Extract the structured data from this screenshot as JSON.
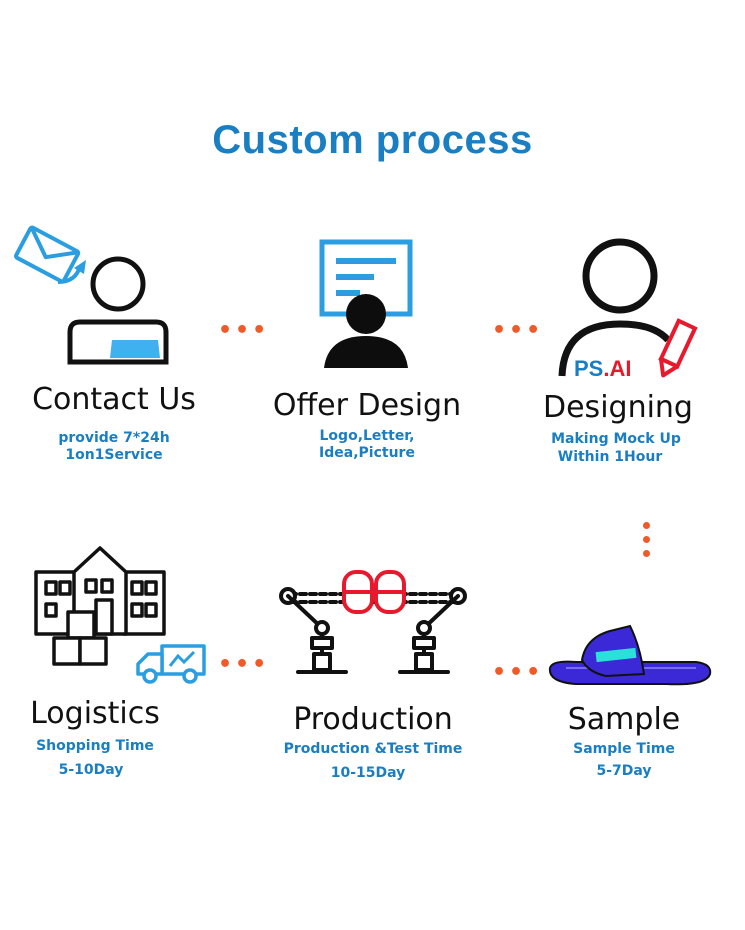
{
  "title": "Custom process",
  "steps": [
    {
      "id": "contact",
      "title": "Contact Us",
      "lines": [
        "provide  7*24h",
        "1on1Service"
      ]
    },
    {
      "id": "offer",
      "title": "Offer Design",
      "lines": [
        "Logo,Letter,",
        "Idea,Picture"
      ]
    },
    {
      "id": "designing",
      "title": "Designing",
      "lines": [
        "Making Mock Up",
        "Within 1Hour"
      ],
      "icon_text": "PS.AI"
    },
    {
      "id": "logistics",
      "title": "Logistics",
      "lines": [
        "Shopping Time",
        "5-10Day"
      ]
    },
    {
      "id": "production",
      "title": "Production",
      "lines": [
        "Production &Test Time",
        "10-15Day"
      ]
    },
    {
      "id": "sample",
      "title": "Sample",
      "lines": [
        "Sample Time",
        "5-7Day"
      ]
    }
  ],
  "connector": "•••",
  "colors": {
    "accent": "#1a7ec2",
    "dots": "#f05a28",
    "red": "#e8192c",
    "purple": "#3b28d6",
    "cyan": "#2ae0d8"
  },
  "icons": [
    "envelope-icon",
    "user-icon",
    "document-icon",
    "designer-icon",
    "pencil-icon",
    "warehouse-icon",
    "truck-icon",
    "robot-arm-icon",
    "slipper-icon"
  ]
}
